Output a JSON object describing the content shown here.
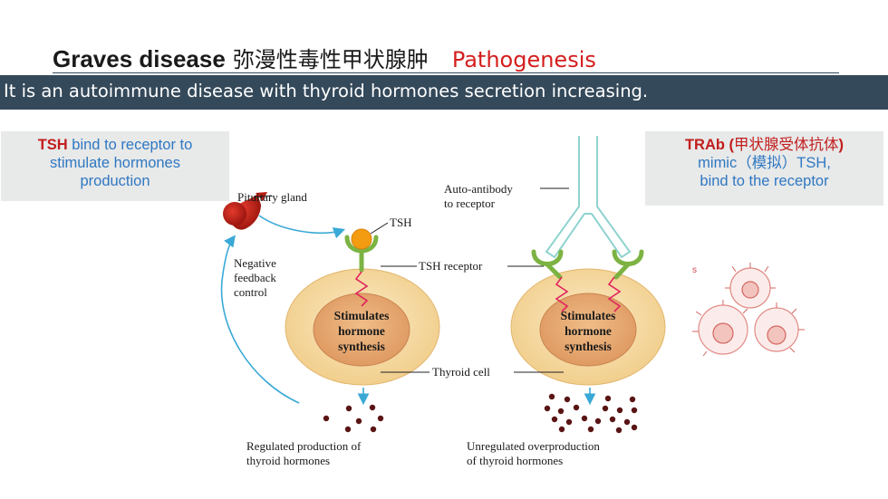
{
  "header": {
    "title_en": "Graves disease",
    "title_zh": "弥漫性毒性甲状腺肿",
    "title_sub": "Pathogenesis"
  },
  "banner": {
    "text": "It is an autoimmune disease with thyroid hormones secretion increasing."
  },
  "left_box": {
    "bold": "TSH",
    "line1_rest": " bind to receptor to",
    "line2": "stimulate hormones",
    "line3": "production"
  },
  "right_box": {
    "bold": "TRAb (",
    "bold_zh": "甲状腺受体抗体",
    "bold_end": ")",
    "line2_a": "mimic（",
    "line2_zh": "模拟",
    "line2_b": "）TSH,",
    "line3": "bind to the receptor"
  },
  "diagram": {
    "pituitary": "Pituitary gland",
    "tsh": "TSH",
    "negative_1": "Negative",
    "negative_2": "feedback",
    "negative_3": "control",
    "tsh_receptor": "TSH receptor",
    "auto_antibody_1": "Auto-antibody",
    "auto_antibody_2": "to receptor",
    "thyroid_cell": "Thyroid cell",
    "stim_1": "Stimulates",
    "stim_2": "hormone",
    "stim_3": "synthesis",
    "regulated_1": "Regulated production of",
    "regulated_2": "thyroid hormones",
    "unregulated_1": "Unregulated overproduction",
    "unregulated_2": "of thyroid hormones",
    "cells_mark": "s"
  },
  "colors": {
    "banner": "#34495a",
    "accent_red": "#d41e1e",
    "box_text": "#2f78c2",
    "receptor": "#7cb342",
    "antibody": "#8fd3cf",
    "cell_outer": "#f6dca4",
    "cell_core": "#e7a770",
    "hormone": "#5a1414",
    "arrow": "#3aa9d6"
  }
}
